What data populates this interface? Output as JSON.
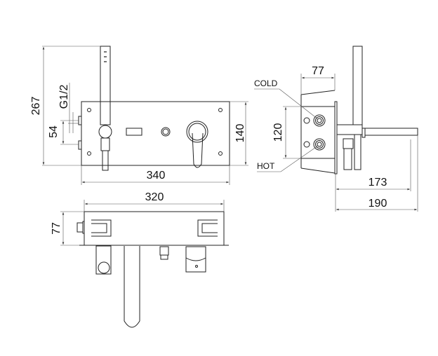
{
  "front_view": {
    "height_total": "267",
    "height_plate": "140",
    "width_plate": "340",
    "inlet_spacing": "54",
    "thread": "G1/2"
  },
  "side_view": {
    "depth": "77",
    "inlet_spacing": "120",
    "spout_reach_inner": "173",
    "spout_reach_total": "190",
    "cold_label": "COLD",
    "hot_label": "HOT"
  },
  "bottom_view": {
    "width_box": "320",
    "depth": "77"
  },
  "colors": {
    "line": "#222222",
    "background": "#ffffff"
  }
}
